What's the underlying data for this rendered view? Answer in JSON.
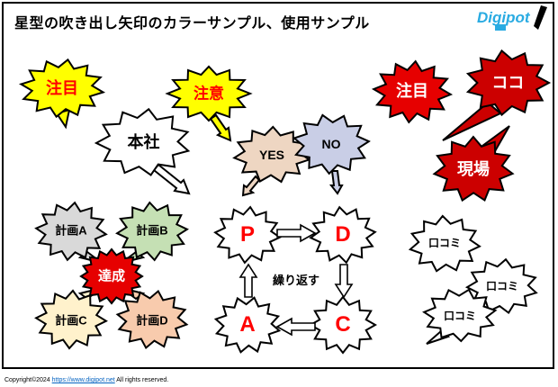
{
  "page": {
    "title": "星型の吹き出し矢印のカラーサンプル、使用サンプル"
  },
  "logo": {
    "text": "Digipot",
    "color": "#29abe2"
  },
  "footer": {
    "copyright_prefix": "Copyright©2024",
    "copyright_link": "https://www.digipot.net",
    "copyright_suffix": "All rights reserved.",
    "link_color": "#0563c1"
  },
  "bubbles": {
    "attention_yellow": {
      "label": "注目",
      "fill": "#ffff00",
      "text_color": "#ff0000"
    },
    "headquarters": {
      "label": "本社",
      "fill": "#ffffff",
      "text_color": "#000000"
    },
    "caution": {
      "label": "注意",
      "fill": "#ffff00",
      "text_color": "#ff0000"
    },
    "yes": {
      "label": "YES",
      "fill": "#eed6c2",
      "text_color": "#000000"
    },
    "no": {
      "label": "NO",
      "fill": "#c9cee6",
      "text_color": "#000000"
    },
    "attention_red": {
      "label": "注目",
      "fill": "#e60000",
      "text_color": "#ffffff"
    },
    "here": {
      "label": "ココ",
      "fill": "#cc0000",
      "text_color": "#ffffff"
    },
    "site": {
      "label": "現場",
      "fill": "#cc0000",
      "text_color": "#ffffff"
    },
    "plan_a": {
      "label": "計画A",
      "fill": "#d9d9d9",
      "text_color": "#000000"
    },
    "plan_b": {
      "label": "計画B",
      "fill": "#c5e0b4",
      "text_color": "#000000"
    },
    "plan_c": {
      "label": "計画C",
      "fill": "#fff2cc",
      "text_color": "#000000"
    },
    "plan_d": {
      "label": "計画D",
      "fill": "#f8cbad",
      "text_color": "#000000"
    },
    "achieve": {
      "label": "達成",
      "fill": "#e60000",
      "text_color": "#ffffff"
    },
    "pdca_p": {
      "label": "P",
      "fill": "#ffffff",
      "text_color": "#ff0000"
    },
    "pdca_d": {
      "label": "D",
      "fill": "#ffffff",
      "text_color": "#ff0000"
    },
    "pdca_c": {
      "label": "C",
      "fill": "#ffffff",
      "text_color": "#ff0000"
    },
    "pdca_a": {
      "label": "A",
      "fill": "#ffffff",
      "text_color": "#ff0000"
    },
    "kuchikomi_1": {
      "label": "口コミ",
      "fill": "#ffffff",
      "text_color": "#000000"
    },
    "kuchikomi_2": {
      "label": "口コミ",
      "fill": "#ffffff",
      "text_color": "#000000"
    },
    "kuchikomi_3": {
      "label": "口コミ",
      "fill": "#ffffff",
      "text_color": "#000000"
    }
  },
  "pdca": {
    "loop_label": "繰り返す"
  }
}
